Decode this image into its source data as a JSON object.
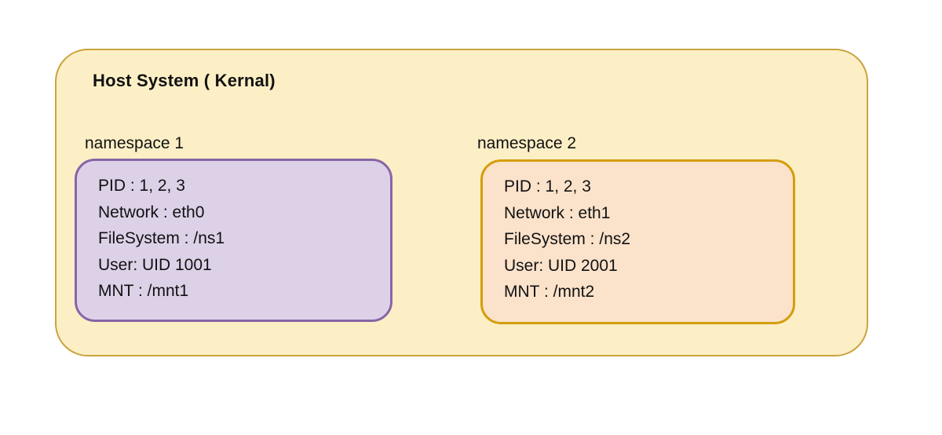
{
  "diagram": {
    "title": "Host System ( Kernal)",
    "colors": {
      "host_fill": "#fcefc6",
      "host_border": "#c9a43e",
      "ns1_fill": "#ddd1e8",
      "ns1_border": "#8765a6",
      "ns2_fill": "#fbe2cb",
      "ns2_border": "#d49d0b",
      "text": "#111111",
      "page_background": "#ffffff"
    },
    "namespaces": [
      {
        "label": "namespace 1",
        "lines": [
          "PID : 1, 2, 3",
          "Network : eth0",
          "FileSystem : /ns1",
          "User: UID 1001",
          "MNT : /mnt1"
        ]
      },
      {
        "label": "namespace 2",
        "lines": [
          "PID : 1, 2, 3",
          "Network : eth1",
          "FileSystem : /ns2",
          "User: UID 2001",
          "MNT : /mnt2"
        ]
      }
    ]
  }
}
